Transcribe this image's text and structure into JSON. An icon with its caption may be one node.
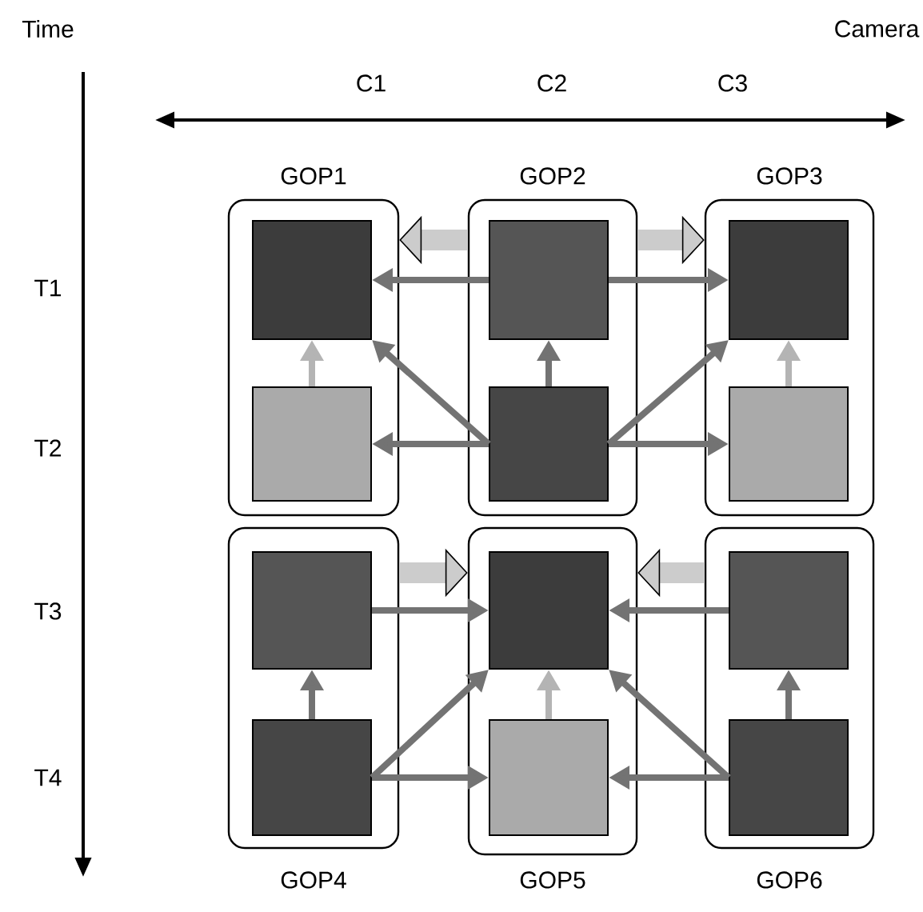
{
  "diagram": {
    "nodes": [
      {
        "text": [
          "GOP1"
        ]
      },
      {
        "text": [],
        "shape": "box",
        "in": 0
      },
      {
        "text": [],
        "shape": "box",
        "in": 0
      },
      {
        "text": [
          "GOP2"
        ]
      },
      {
        "text": [],
        "shape": "box",
        "in": 3
      },
      {
        "text": [],
        "shape": "box",
        "in": 3
      },
      {
        "text": [
          "GOP3"
        ]
      },
      {
        "text": [],
        "shape": "box",
        "in": 6
      },
      {
        "text": [],
        "shape": "box",
        "in": 6
      },
      {
        "text": [
          "GOP4"
        ]
      },
      {
        "text": [],
        "shape": "box",
        "in": 9
      },
      {
        "text": [],
        "shape": "box",
        "in": 9
      },
      {
        "text": [
          "GOP5"
        ]
      },
      {
        "text": [],
        "shape": "box",
        "in": 12
      },
      {
        "text": [],
        "shape": "box",
        "in": 12
      },
      {
        "text": [
          "GOP6"
        ]
      },
      {
        "text": [],
        "shape": "box",
        "in": 15
      },
      {
        "text": [],
        "shape": "box",
        "in": 15
      }
    ],
    "edges": [
      {
        "from": 3,
        "to": 0,
        "arrow": "to",
        "style": "thick",
        "color": "#cccccc"
      },
      {
        "from": 3,
        "to": 6,
        "arrow": "to",
        "style": "thick",
        "color": "#cccccc"
      },
      {
        "from": 4,
        "to": 1,
        "arrow": "to"
      },
      {
        "from": 4,
        "to": 7,
        "arrow": "to"
      },
      {
        "from": 2,
        "to": 1,
        "arrow": "to",
        "color": "#b4b4b4"
      },
      {
        "from": 5,
        "to": 4,
        "arrow": "to"
      },
      {
        "from": 8,
        "to": 7,
        "arrow": "to",
        "color": "#b4b4b4"
      },
      {
        "from": 5,
        "to": 1,
        "arrow": "to"
      },
      {
        "from": 5,
        "to": 7,
        "arrow": "to"
      },
      {
        "from": 5,
        "to": 2,
        "arrow": "to"
      },
      {
        "from": 5,
        "to": 8,
        "arrow": "to"
      },
      {
        "from": 9,
        "to": 12,
        "arrow": "to",
        "style": "thick",
        "color": "#cccccc"
      },
      {
        "from": 15,
        "to": 12,
        "arrow": "to",
        "style": "thick",
        "color": "#cccccc"
      },
      {
        "from": 10,
        "to": 13,
        "arrow": "to"
      },
      {
        "from": 16,
        "to": 13,
        "arrow": "to"
      },
      {
        "from": 11,
        "to": 10,
        "arrow": "to"
      },
      {
        "from": 14,
        "to": 13,
        "arrow": "to",
        "color": "#b4b4b4"
      },
      {
        "from": 17,
        "to": 16,
        "arrow": "to"
      },
      {
        "from": 11,
        "to": 13,
        "arrow": "to"
      },
      {
        "from": 17,
        "to": 13,
        "arrow": "to"
      },
      {
        "from": 11,
        "to": 14,
        "arrow": "to"
      },
      {
        "from": 17,
        "to": 14,
        "arrow": "to"
      }
    ],
    "labels": [
      "Time",
      "Camera",
      "C1",
      "C2",
      "C3",
      "T1",
      "T2",
      "T3",
      "T4"
    ]
  }
}
